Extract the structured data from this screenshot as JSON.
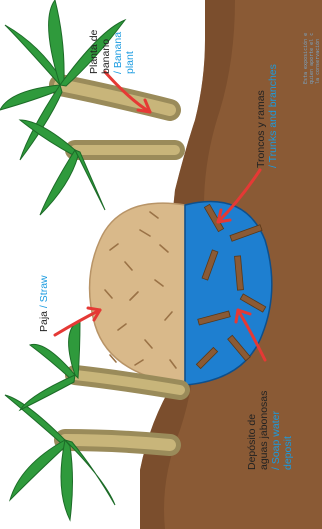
{
  "labels": {
    "banana": {
      "es1": "Planta de",
      "es2": "banano",
      "en1": "/ Banana",
      "en2": "plant"
    },
    "trunks": {
      "es": "Troncos y ramas",
      "en": "/ Trunks and branches"
    },
    "straw": {
      "es": "Paja",
      "sep": " / ",
      "en": "Straw"
    },
    "deposit": {
      "es1": "Depósito de",
      "es2": "aguas jabonosas",
      "en1": "/ Soap water",
      "en2": "deposit"
    }
  },
  "side_note": {
    "line1": "Esta exposición e",
    "line2": "quien aporte el c",
    "line3": "la conservación"
  },
  "colors": {
    "soil": "#8a5a35",
    "straw": "#d9b98a",
    "water": "#1e7fd0",
    "leaf": "#2f9a3c",
    "arrow": "#e53935",
    "english": "#1a9be0"
  }
}
